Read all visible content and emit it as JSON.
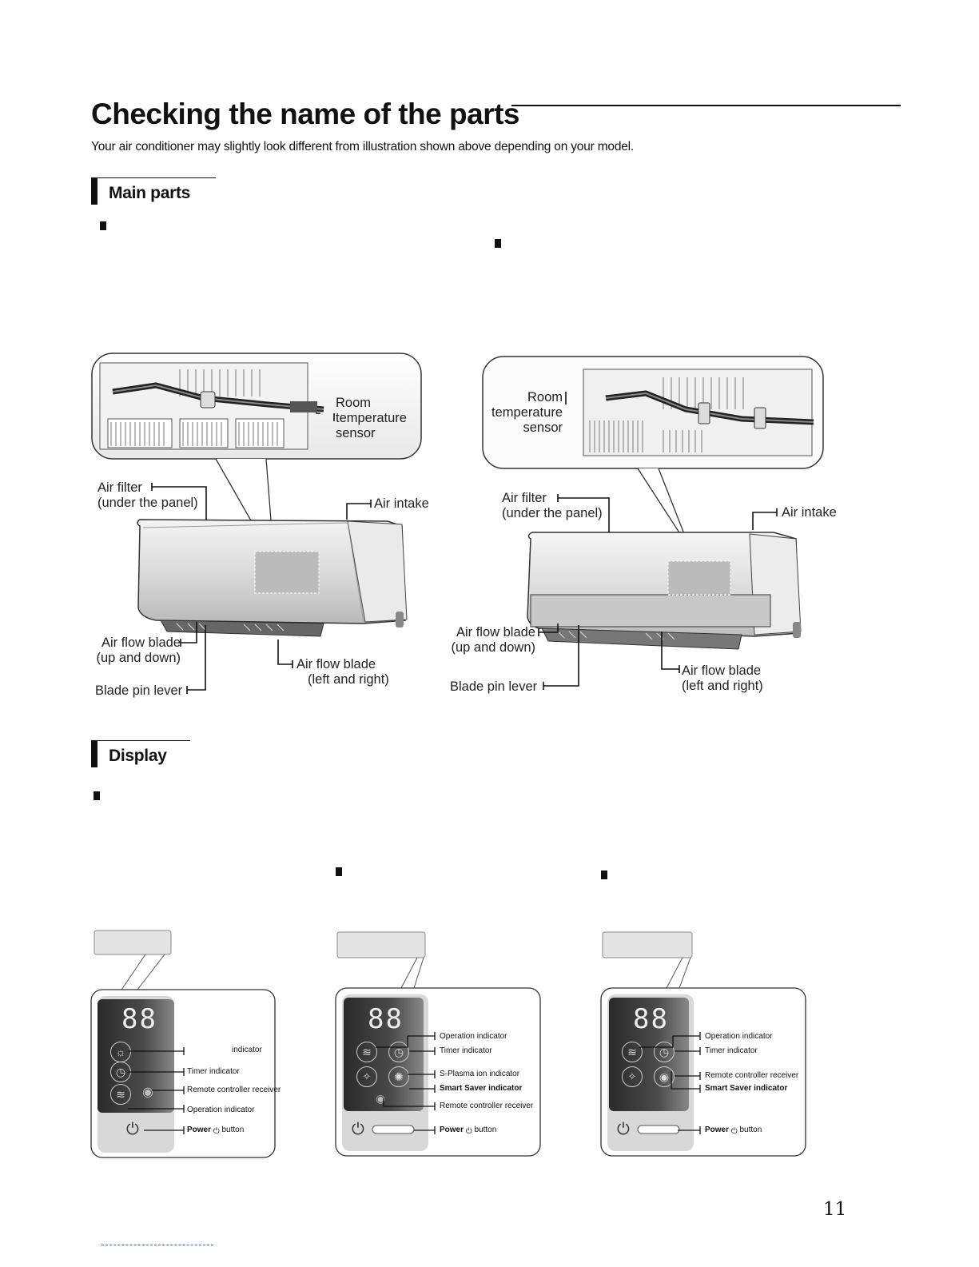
{
  "header": {
    "title": "Checking the name of the parts",
    "subtitle": "Your air conditioner may slightly look different from illustration shown above depending on your model."
  },
  "main_parts": {
    "heading": "Main parts",
    "left": {
      "room_sensor": [
        "Room",
        "temperature",
        "sensor"
      ],
      "air_filter": [
        "Air filter",
        "(under the panel)"
      ],
      "air_intake": "Air intake",
      "blade_updown": [
        "Air flow blade",
        "(up and down)"
      ],
      "blade_leftright": [
        "Air flow blade",
        "(left and right)"
      ],
      "blade_pin": "Blade pin lever"
    },
    "right": {
      "room_sensor": [
        "Room",
        "temperature",
        "sensor"
      ],
      "air_filter": [
        "Air filter",
        "(under the panel)"
      ],
      "air_intake": "Air intake",
      "blade_updown": [
        "Air flow blade",
        "(up and down)"
      ],
      "blade_leftright": [
        "Air flow blade",
        "(left and right)"
      ],
      "blade_pin": "Blade pin lever"
    }
  },
  "display": {
    "heading": "Display",
    "digits": "88",
    "panel1": {
      "indicator": "indicator",
      "timer": "Timer indicator",
      "remote": "Remote controller receiver",
      "operation": "Operation indicator",
      "power_bold": "Power",
      "power_tail": "button"
    },
    "panel2": {
      "operation": "Operation indicator",
      "timer": "Timer indicator",
      "splasma": "S-Plasma ion indicator",
      "smart": "Smart Saver indicator",
      "remote": "Remote controller receiver",
      "power_bold": "Power",
      "power_tail": "button"
    },
    "panel3": {
      "operation": "Operation indicator",
      "timer": "Timer indicator",
      "remote": "Remote controller receiver",
      "smart": "Smart Saver indicator",
      "power_bold": "Power",
      "power_tail": "button"
    }
  },
  "page_number": "11"
}
